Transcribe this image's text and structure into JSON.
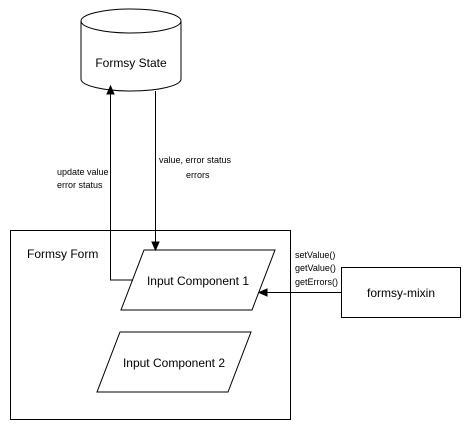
{
  "nodes": {
    "formsy_state": "Formsy State",
    "formsy_form": "Formsy Form",
    "input_component_1": "Input Component 1",
    "input_component_2": "Input Component 2",
    "formsy_mixin": "formsy-mixin"
  },
  "edges": {
    "update_label": [
      "update value",
      "error status"
    ],
    "value_label": [
      "value, error status",
      "errors"
    ],
    "mixin_label": [
      "setValue()",
      "getValue()",
      "getErrors()"
    ]
  },
  "colors": {
    "stroke": "#000000",
    "fill": "#ffffff"
  }
}
